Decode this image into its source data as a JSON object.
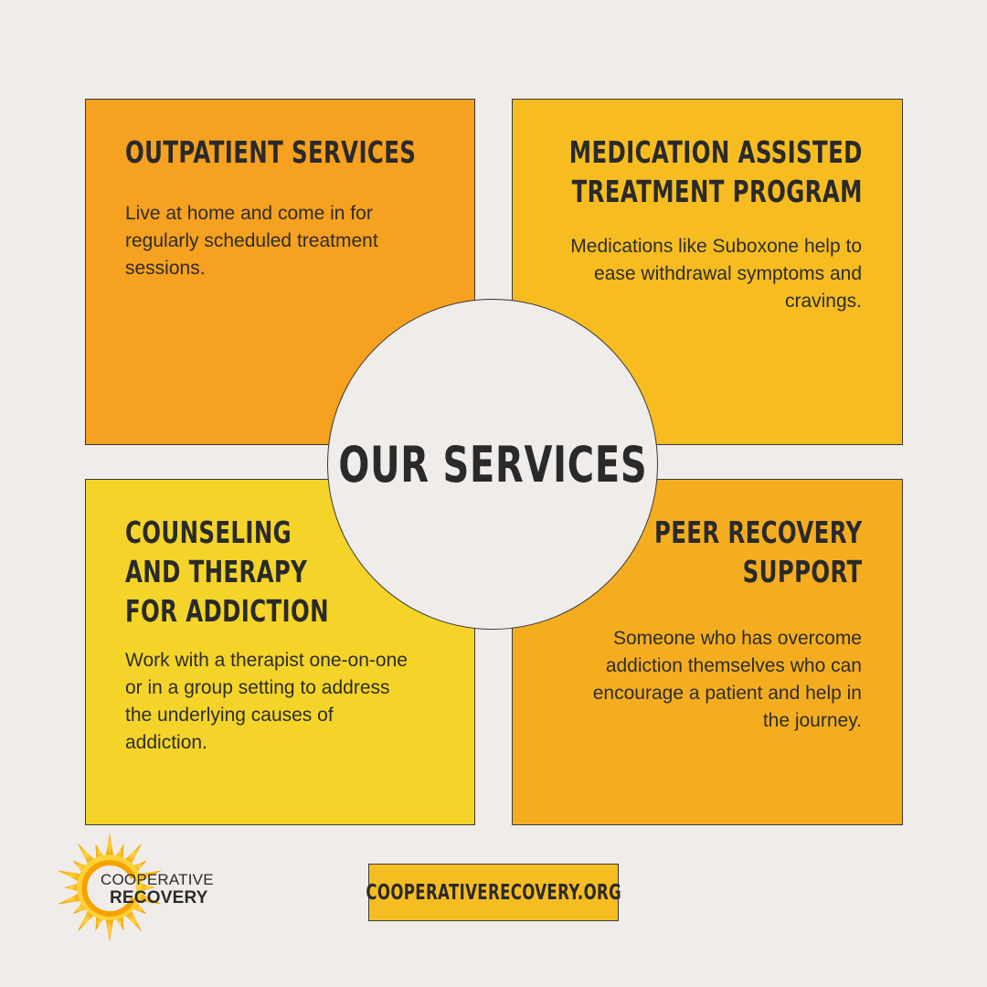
{
  "cards": {
    "outpatient": {
      "title": "OUTPATIENT SERVICES",
      "body": "Live at home and come in for regularly scheduled treatment sessions."
    },
    "medication": {
      "title_line1": "MEDICATION ASSISTED",
      "title_line2": "TREATMENT PROGRAM",
      "body": "Medications like Suboxone help to ease withdrawal symptoms and cravings."
    },
    "counseling": {
      "title_line1": "COUNSELING",
      "title_line2": "AND THERAPY",
      "title_line3": "FOR ADDICTION",
      "body": "Work with a therapist one-on-one or in a group setting to address the underlying causes of addiction."
    },
    "peer": {
      "title_line1": "PEER RECOVERY",
      "title_line2": "SUPPORT",
      "body": "Someone who has overcome addiction themselves who can encourage a patient and help in the journey."
    }
  },
  "center": {
    "title": "OUR SERVICES"
  },
  "footer": {
    "url": "COOPERATIVERECOVERY.ORG"
  },
  "logo": {
    "line1": "COOPERATIVE",
    "line2": "RECOVERY",
    "icon": "sun-icon"
  },
  "colors": {
    "background": "#f0ecea",
    "card_outpatient": "#f6a11f",
    "card_medication": "#f7bd20",
    "card_counseling": "#f4d428",
    "card_peer": "#f5ad20",
    "url_box": "#f6bd22",
    "text": "#2a2a2a"
  }
}
